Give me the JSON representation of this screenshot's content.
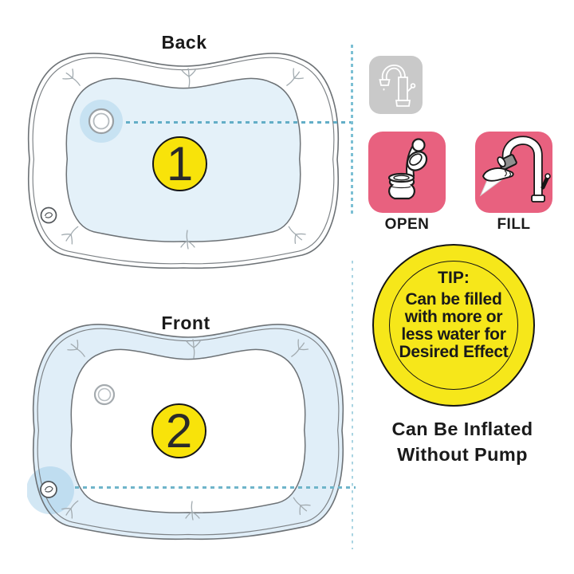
{
  "back_section": {
    "title": "Back",
    "badge": "1"
  },
  "front_section": {
    "title": "Front",
    "badge": "2"
  },
  "steps": {
    "open_label": "OPEN",
    "fill_label": "FILL",
    "icons": [
      "faucet-icon",
      "open-valve-icon",
      "fill-faucet-hand-icon"
    ]
  },
  "tip": {
    "heading": "TIP:",
    "lines": [
      "Can be filled",
      "with more or",
      "less water for",
      "Desired Effect"
    ]
  },
  "note": {
    "line1": "Can Be Inflated",
    "line2": "Without Pump"
  },
  "colors": {
    "accent_yellow": "#f8e30a",
    "accent_pink": "#e8617f",
    "gray_box": "#c9c9c9",
    "dash_blue": "#63aec7",
    "mat_fill_blue": "#e4f1f9"
  }
}
